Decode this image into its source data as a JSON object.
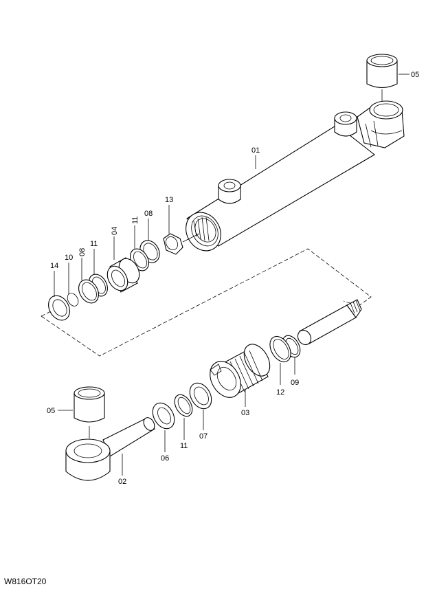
{
  "drawing_code": "W816OT20",
  "parts": [
    {
      "id": "p05a",
      "label": "05"
    },
    {
      "id": "p01",
      "label": "01"
    },
    {
      "id": "p13",
      "label": "13"
    },
    {
      "id": "p08a",
      "label": "08"
    },
    {
      "id": "p11a",
      "label": "11"
    },
    {
      "id": "p04",
      "label": "04"
    },
    {
      "id": "p11b",
      "label": "11"
    },
    {
      "id": "p08b",
      "label": "08"
    },
    {
      "id": "p10",
      "label": "10"
    },
    {
      "id": "p14",
      "label": "14"
    },
    {
      "id": "p12",
      "label": "12"
    },
    {
      "id": "p09",
      "label": "09"
    },
    {
      "id": "p03",
      "label": "03"
    },
    {
      "id": "p07",
      "label": "07"
    },
    {
      "id": "p11c",
      "label": "11"
    },
    {
      "id": "p06",
      "label": "06"
    },
    {
      "id": "p05b",
      "label": "05"
    },
    {
      "id": "p02",
      "label": "02"
    }
  ]
}
